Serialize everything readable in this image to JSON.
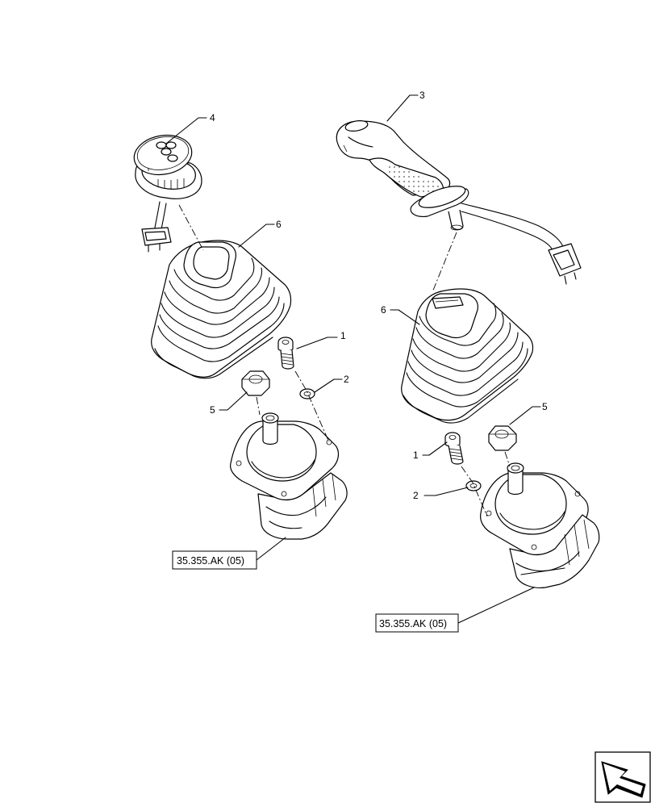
{
  "callouts": {
    "l4": "4",
    "l6a": "6",
    "l3": "3",
    "l6b": "6",
    "l1a": "1",
    "l2a": "2",
    "l5a": "5",
    "l5b": "5",
    "l1b": "1",
    "l2b": "2"
  },
  "references": {
    "left": "35.355.AK (05)",
    "right": "35.355.AK (05)"
  },
  "icons": {
    "corner": "direction-arrow-icon"
  }
}
